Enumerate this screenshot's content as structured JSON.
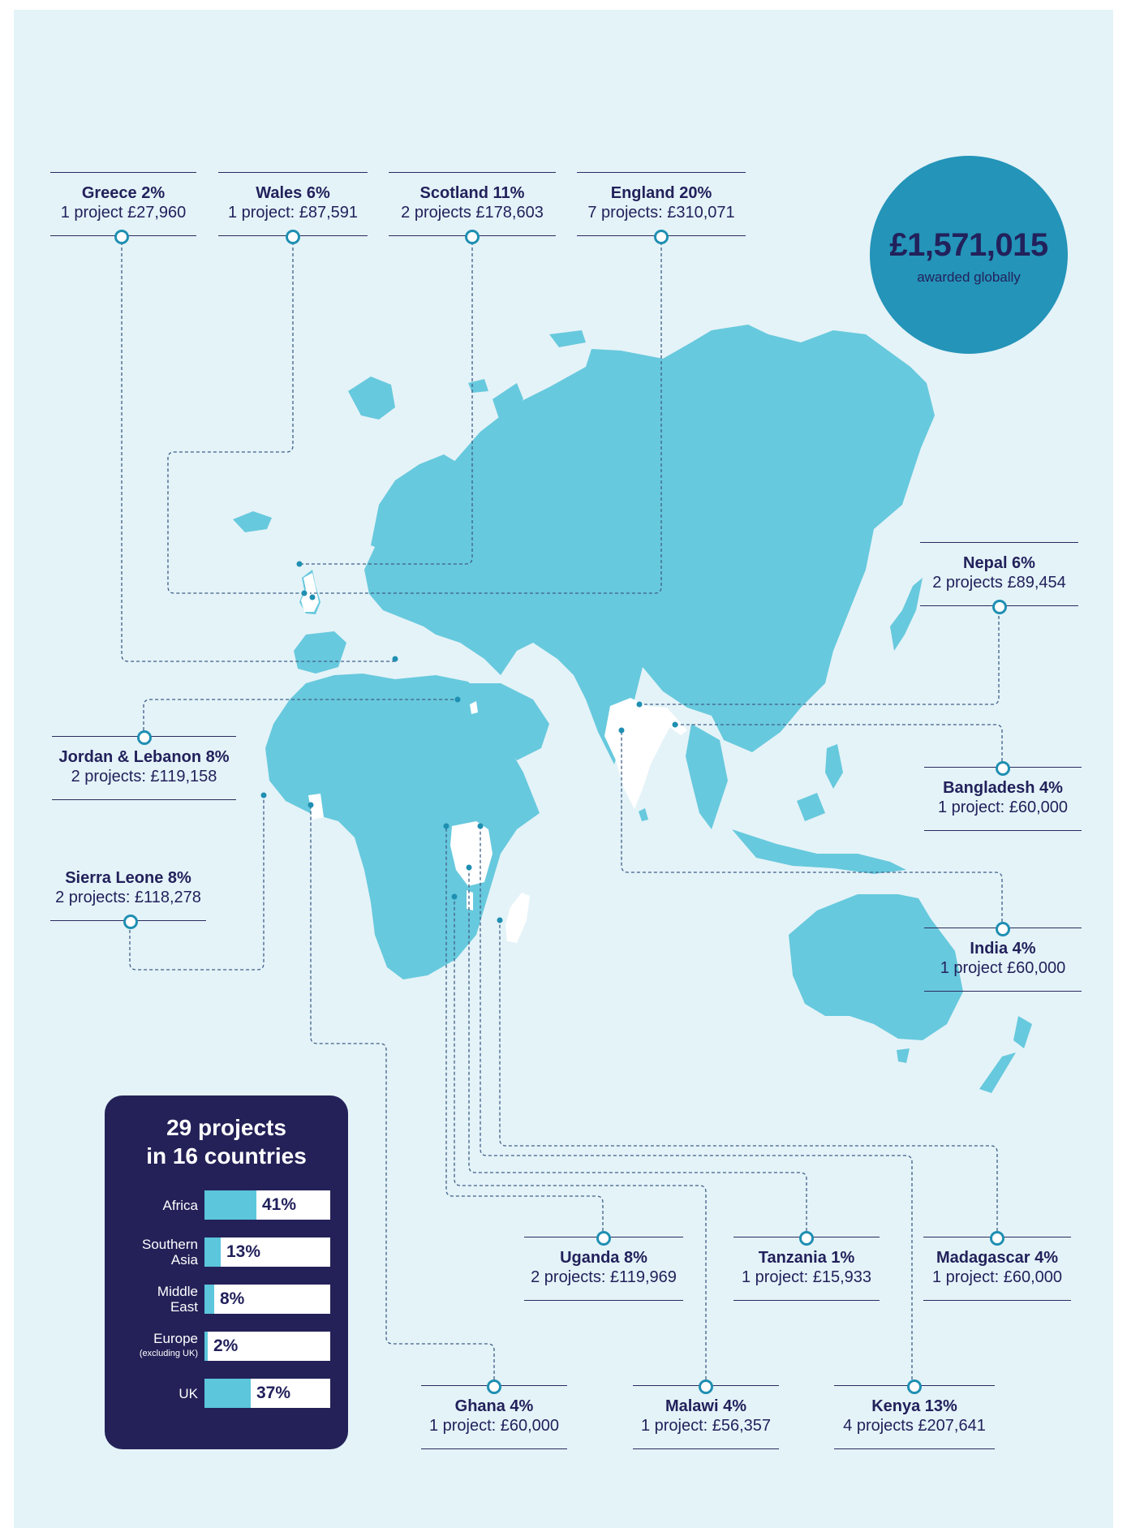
{
  "colors": {
    "background": "#e4f3f8",
    "land": "#67c9dd",
    "highlight": "#ffffff",
    "ink": "#22215b",
    "marker": "#1f8fb2",
    "badge": "#2494b9",
    "summary_panel": "#242158"
  },
  "total": {
    "amount": "£1,571,015",
    "caption": "awarded globally"
  },
  "countries": [
    {
      "name": "Greece 2%",
      "detail": "1 project £27,960"
    },
    {
      "name": "Wales 6%",
      "detail": "1 project: £87,591"
    },
    {
      "name": "Scotland 11%",
      "detail": "2 projects £178,603"
    },
    {
      "name": "England 20%",
      "detail": "7 projects: £310,071"
    },
    {
      "name": "Nepal 6%",
      "detail": "2 projects £89,454"
    },
    {
      "name": "Jordan & Lebanon 8%",
      "detail": "2 projects: £119,158"
    },
    {
      "name": "Bangladesh 4%",
      "detail": "1 project: £60,000"
    },
    {
      "name": "Sierra Leone 8%",
      "detail": "2 projects: £118,278"
    },
    {
      "name": "India 4%",
      "detail": "1 project £60,000"
    },
    {
      "name": "Uganda 8%",
      "detail": "2 projects: £119,969"
    },
    {
      "name": "Tanzania 1%",
      "detail": "1 project: £15,933"
    },
    {
      "name": "Madagascar 4%",
      "detail": "1 project: £60,000"
    },
    {
      "name": "Ghana 4%",
      "detail": "1 project: £60,000"
    },
    {
      "name": "Malawi 4%",
      "detail": "1 project: £56,357"
    },
    {
      "name": "Kenya 13%",
      "detail": "4 projects £207,641"
    }
  ],
  "summary": {
    "title_line1": "29 projects",
    "title_line2": "in 16 countries",
    "regions": [
      {
        "label": "Africa",
        "sublabel": "",
        "value_text": "41%",
        "share": 41
      },
      {
        "label": "Southern Asia",
        "sublabel": "",
        "value_text": "13%",
        "share": 13
      },
      {
        "label": "Middle East",
        "sublabel": "",
        "value_text": "8%",
        "share": 8
      },
      {
        "label": "Europe",
        "sublabel": "(excluding UK)",
        "value_text": "2%",
        "share": 2
      },
      {
        "label": "UK",
        "sublabel": "",
        "value_text": "37%",
        "share": 37
      }
    ]
  }
}
